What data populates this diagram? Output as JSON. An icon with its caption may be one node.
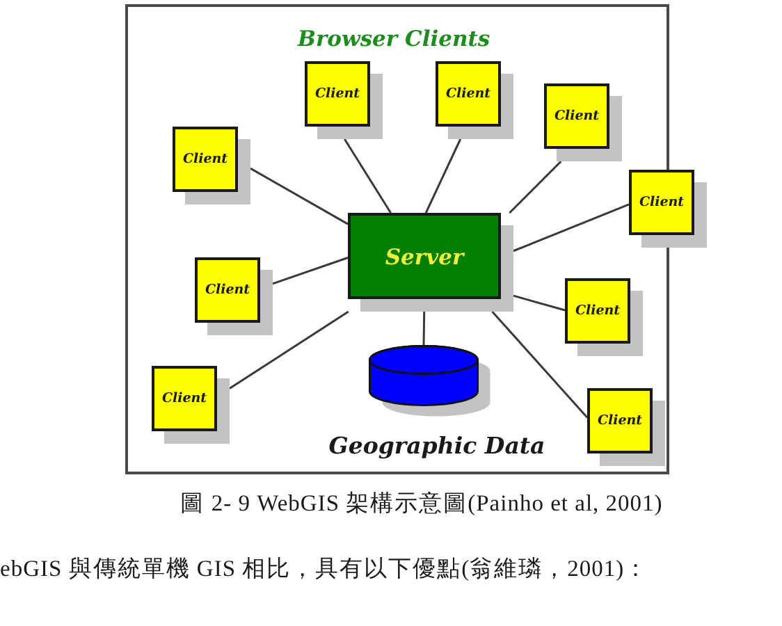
{
  "diagram": {
    "title": "Browser Clients",
    "caption": "圖 2- 9 WebGIS 架構示意圖(Painho et al, 2001)",
    "nodes": [
      {
        "text": [
          "Client"
        ]
      },
      {
        "text": [
          "Client"
        ]
      },
      {
        "text": [
          "Client"
        ]
      },
      {
        "text": [
          "Client"
        ]
      },
      {
        "text": [
          "Client"
        ]
      },
      {
        "text": [
          "Server"
        ]
      },
      {
        "text": [
          "Client"
        ]
      },
      {
        "text": [
          "Client"
        ]
      },
      {
        "text": [],
        "shape": "cylinder",
        "beside": [
          "Geographic Data"
        ]
      },
      {
        "text": [
          "Client"
        ]
      },
      {
        "text": [
          "Client"
        ]
      }
    ],
    "edges": [
      {
        "from": 5,
        "to": 0,
        "arrow": "none"
      },
      {
        "from": 5,
        "to": 1,
        "arrow": "none"
      },
      {
        "from": 5,
        "to": 2,
        "arrow": "none"
      },
      {
        "from": 5,
        "to": 3,
        "arrow": "none"
      },
      {
        "from": 5,
        "to": 4,
        "arrow": "none"
      },
      {
        "from": 5,
        "to": 6,
        "arrow": "none"
      },
      {
        "from": 5,
        "to": 7,
        "arrow": "none"
      },
      {
        "from": 5,
        "to": 9,
        "arrow": "none"
      },
      {
        "from": 5,
        "to": 10,
        "arrow": "none"
      },
      {
        "from": 5,
        "to": 8,
        "arrow": "none"
      }
    ],
    "labels": [
      "ebGIS 與傳統單機 GIS 相比，具有以下優點(翁維璘，2001)："
    ]
  }
}
